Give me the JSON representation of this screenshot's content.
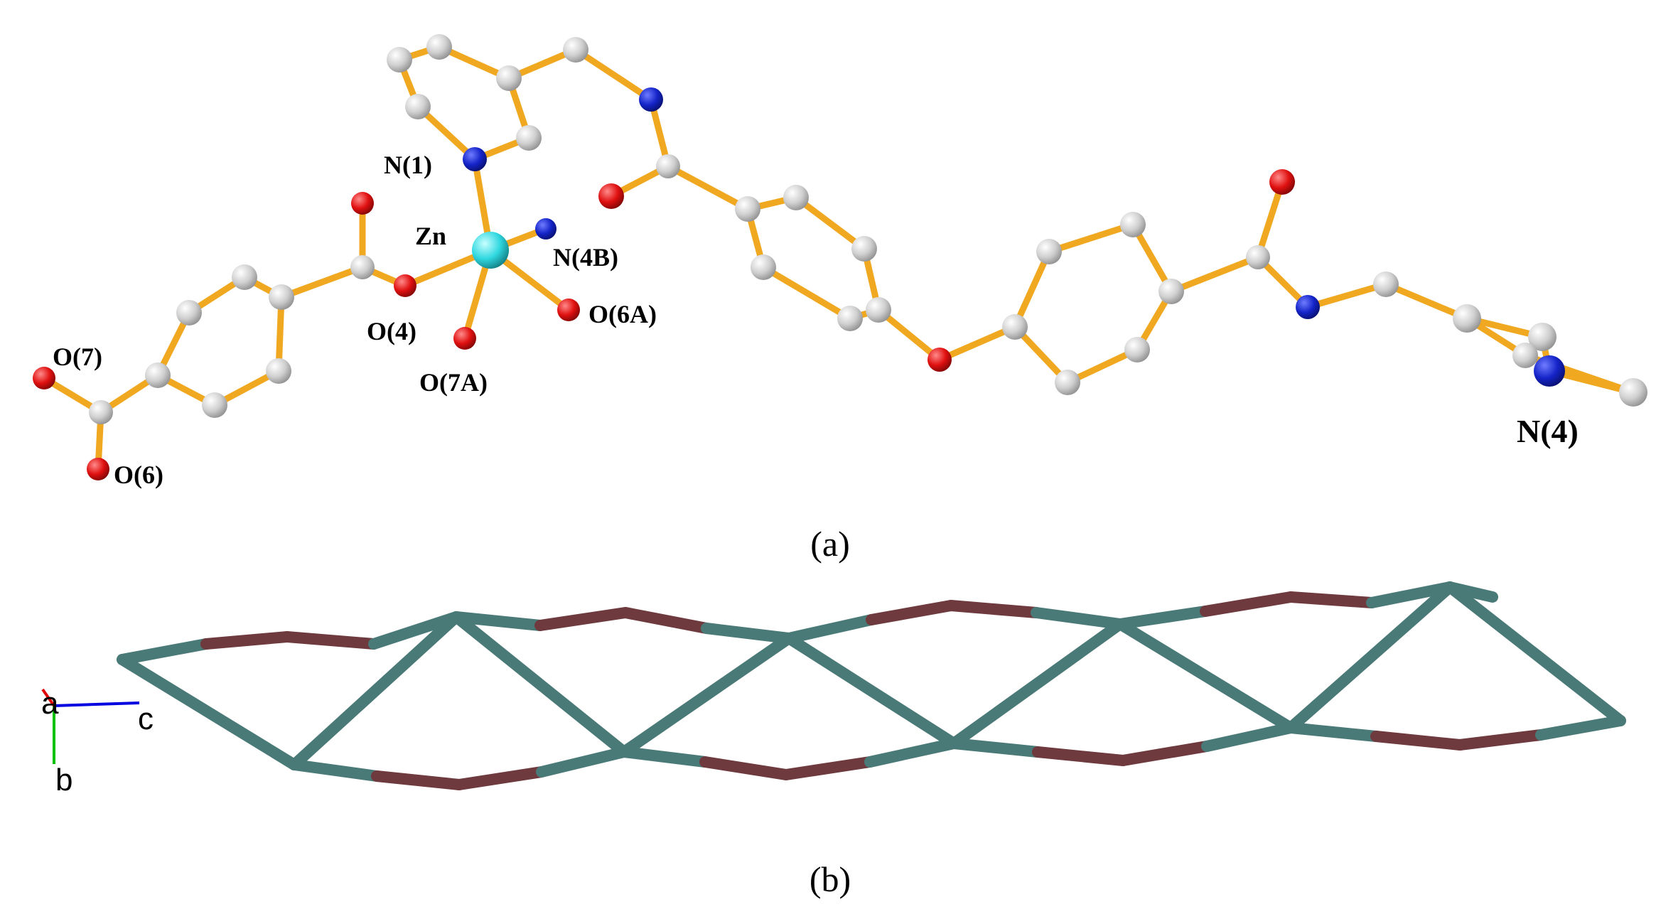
{
  "panel_a": {
    "caption": "(a)",
    "labels": {
      "n1": "N(1)",
      "zn": "Zn",
      "n4b": "N(4B)",
      "o6a": "O(6A)",
      "o4": "O(4)",
      "o7a": "O(7A)",
      "o7": "O(7)",
      "o6": "O(6)",
      "n4": "N(4)"
    }
  },
  "panel_b": {
    "caption": "(b)",
    "axes": {
      "a": "a",
      "b": "b",
      "c": "c"
    }
  },
  "colors": {
    "bond": "#f0a820",
    "carbon": "#c8c8c8",
    "nitrogen": "#1020c8",
    "oxygen": "#e01010",
    "zinc": "#30d8e0",
    "network_teal": "#4a7a78",
    "network_maroon": "#6e3a3e",
    "axis_red": "#e00000",
    "axis_green": "#00c000",
    "axis_blue": "#0000e0"
  }
}
